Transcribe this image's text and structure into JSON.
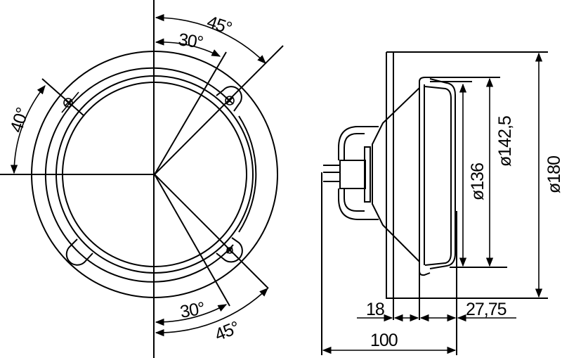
{
  "diagram": {
    "type": "technical-drawing",
    "subject": "round lamp insert / headlamp mounting dimensions",
    "front_view": {
      "angle_labels": {
        "top_outer": "45°",
        "top_inner": "30°",
        "left": "40°",
        "bottom_inner": "30°",
        "bottom_outer": "45°"
      }
    },
    "side_view": {
      "diameter_labels": {
        "lens": "ø136",
        "rim": "ø142,5",
        "overall": "ø180"
      },
      "length_labels": {
        "flange": "18",
        "front": "27,75",
        "overall": "100"
      }
    }
  }
}
